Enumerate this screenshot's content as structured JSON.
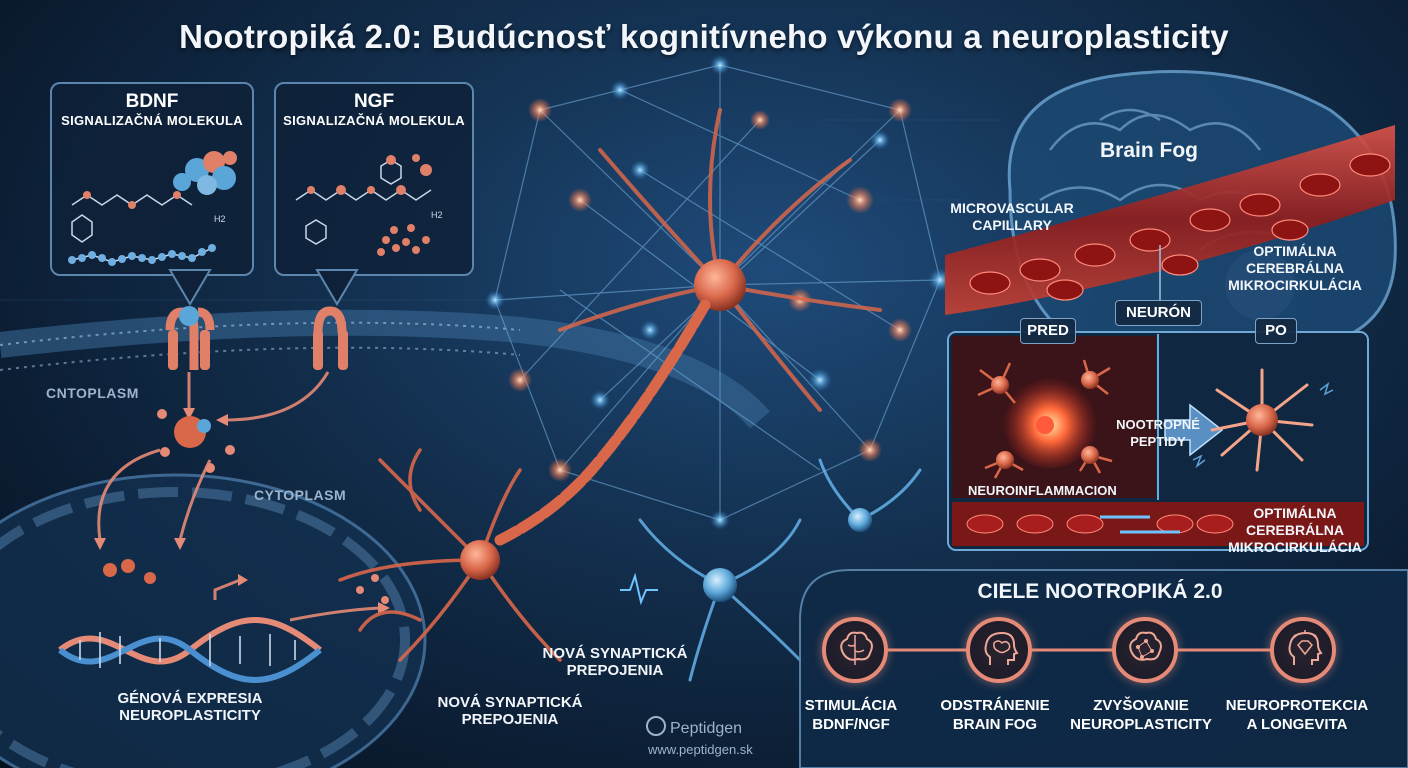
{
  "title": "Nootropiká 2.0: Budúcnosť kognitívneho výkonu a neuroplasticity",
  "molecules": [
    {
      "name": "BDNF",
      "subtitle": "SIGNALIZAČNÁ MOLEKULA",
      "formula_tag": "H2"
    },
    {
      "name": "NGF",
      "subtitle": "SIGNALIZAČNÁ MOLEKULA",
      "formula_tag": "H2"
    }
  ],
  "labels": {
    "cntoplasm": "CNTOPLASM",
    "cytoplasm": "CYTOPLASM",
    "gene_expression_1": "GÉNOVÁ EXPRESIA",
    "gene_expression_2": "NEUROPLASTICITY",
    "synaptic_left_1": "NOVÁ SYNAPTICKÁ",
    "synaptic_left_2": "PREPOJENIA",
    "synaptic_right_1": "NOVÁ SYNAPTICKÁ",
    "synaptic_right_2": "PREPOJENIA",
    "brain_fog": "Brain Fog",
    "microvascular_1": "MICROVASCULAR",
    "microvascular_2": "CAPILLARY",
    "optimal_top_1": "OPTIMÁLNA",
    "optimal_top_2": "CEREBRÁLNA",
    "optimal_top_3": "MIKROCIRKULÁCIA",
    "neuron": "NEURÓN",
    "pred": "PRED",
    "po": "PO",
    "nootropic_1": "NOOTROPNÉ",
    "nootropic_2": "PEPTIDY",
    "neuroinflammation": "NEUROINFLAMMACION",
    "optimal_bottom_1": "OPTIMÁLNA",
    "optimal_bottom_2": "CEREBRÁLNA",
    "optimal_bottom_3": "MIKROCIRKULÁCIA"
  },
  "goals": {
    "title": "CIELE  NOOTROPIKÁ 2.0",
    "items": [
      {
        "line1": "STIMULÁCIA",
        "line2": "BDNF/NGF",
        "icon": "brain-icon"
      },
      {
        "line1": "ODSTRÁNENIE",
        "line2": "BRAIN FOG",
        "icon": "head-brain-icon"
      },
      {
        "line1": "ZVYŠOVANIE",
        "line2": "NEUROPLASTICITY",
        "icon": "brain-network-icon"
      },
      {
        "line1": "NEUROPROTEKCIA",
        "line2": "A LONGEVITA",
        "icon": "head-diamond-icon"
      }
    ]
  },
  "brand": {
    "name": "Peptidgen",
    "url": "www.peptidgen.sk"
  },
  "colors": {
    "accent_coral": "#e58a76",
    "glow_blue": "#6fc3ff",
    "blood_red": "#c0392b"
  }
}
